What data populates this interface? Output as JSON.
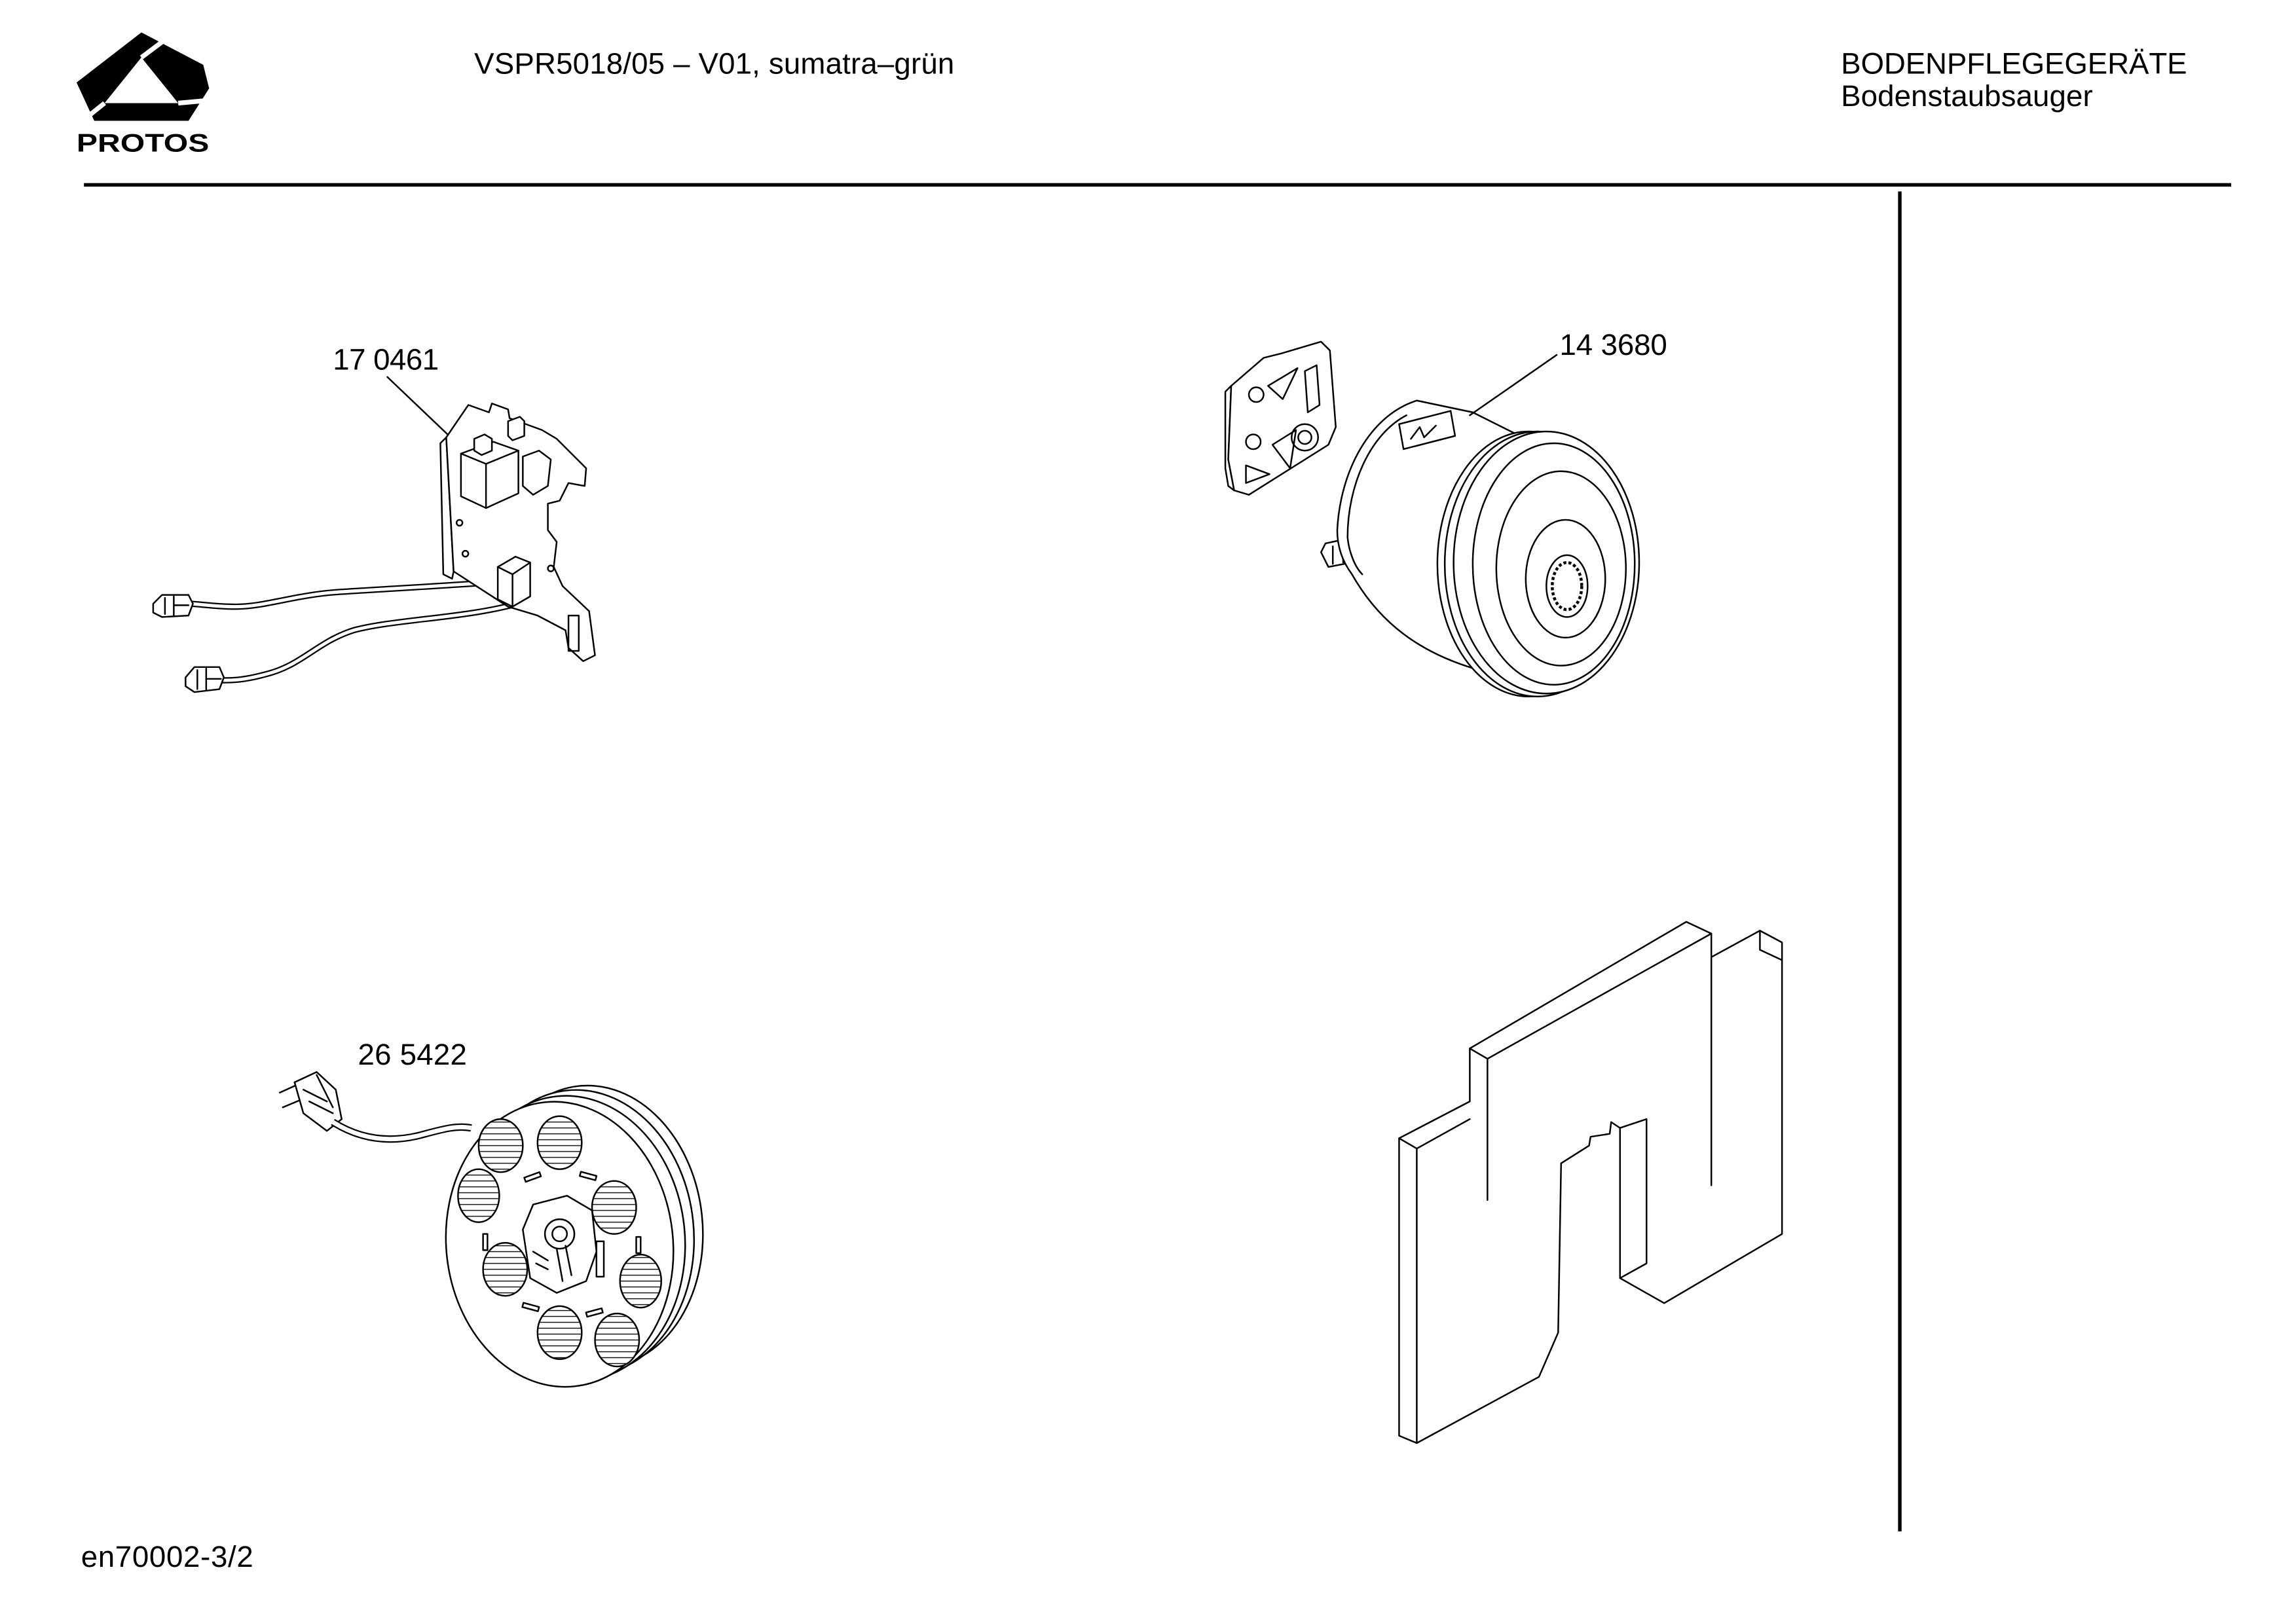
{
  "header": {
    "logo_text": "PROTOS",
    "title": "VSPR5018/05 – V01, sumatra–grün",
    "category": "BODENPFLEGEGERÄTE",
    "subcategory": "Bodenstaubsauger"
  },
  "parts": [
    {
      "number": "17 0461",
      "icon": "switch-pcb-icon"
    },
    {
      "number": "14 3680",
      "icon": "motor-icon"
    },
    {
      "number": "26 5422",
      "icon": "cable-reel-icon"
    },
    {
      "icon": "filter-foam-icon"
    }
  ],
  "footer": {
    "doc_id": "en70002-3/2"
  },
  "colors": {
    "ink": "#000000",
    "paper": "#ffffff"
  }
}
